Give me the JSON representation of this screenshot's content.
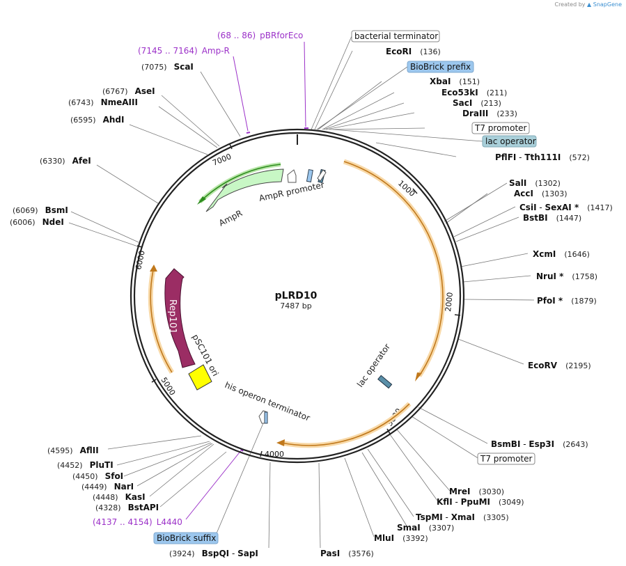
{
  "credit": {
    "prefix": "Created by",
    "brand": "SnapGene"
  },
  "plasmid": {
    "name": "pLRD10",
    "length_label": "7487 bp"
  },
  "ticks": [
    "1000",
    "2000",
    "3000",
    "4000",
    "5000",
    "6000",
    "7000"
  ],
  "features": [
    {
      "id": "amp-r",
      "label": "AmpR",
      "color": "#c8f7c5"
    },
    {
      "id": "amp-r-promoter",
      "label": "AmpR promoter",
      "color": "#ffffff"
    },
    {
      "id": "rep101",
      "label": "Rep101",
      "color": "#9b2d64"
    },
    {
      "id": "psc101-ori",
      "label": "pSC101 ori",
      "color": "#ffff00"
    },
    {
      "id": "his-operon-terminator",
      "label": "his operon terminator",
      "color": "#ffffff"
    },
    {
      "id": "lac-operator-inner",
      "label": "lac operator",
      "color": "#5a8fa8"
    }
  ],
  "boxed_labels": {
    "bacterial_terminator": "bacterial terminator",
    "biobrick_prefix": "BioBrick prefix",
    "t7_promoter_top": "T7 promoter",
    "lac_operator_top": "lac operator",
    "t7_promoter_bottom": "T7 promoter",
    "biobrick_suffix": "BioBrick suffix"
  },
  "primers": {
    "pbrforeco": {
      "range": "(68 .. 86)",
      "name": "pBRforEco"
    },
    "amp_r": {
      "range": "(7145 .. 7164)",
      "name": "Amp-R"
    },
    "l4440": {
      "range": "(4137 .. 4154)",
      "name": "L4440"
    }
  },
  "sites_right": [
    {
      "name": "EcoRI",
      "pos": "(136)"
    },
    {
      "name": "XbaI",
      "pos": "(151)"
    },
    {
      "name": "Eco53kI",
      "pos": "(211)"
    },
    {
      "name": "SacI",
      "pos": "(213)"
    },
    {
      "name": "DraIII",
      "pos": "(233)"
    },
    {
      "name": "PflFI",
      "sep": " - ",
      "name2": "Tth111I",
      "pos": "(572)"
    },
    {
      "name": "SalI",
      "pos": "(1302)"
    },
    {
      "name": "AccI",
      "pos": "(1303)"
    },
    {
      "name": "CsiI",
      "sep": " - ",
      "name2": "SexAI *",
      "pos": "(1417)"
    },
    {
      "name": "BstBI",
      "pos": "(1447)"
    },
    {
      "name": "XcmI",
      "pos": "(1646)"
    },
    {
      "name": "NruI *",
      "pos": "(1758)"
    },
    {
      "name": "PfoI *",
      "pos": "(1879)"
    },
    {
      "name": "EcoRV",
      "pos": "(2195)"
    },
    {
      "name": "BsmBI",
      "sep": " - ",
      "name2": "Esp3I",
      "pos": "(2643)"
    },
    {
      "name": "MreI",
      "pos": "(3030)"
    },
    {
      "name": "KflI",
      "sep": " - ",
      "name2": "PpuMI",
      "pos": "(3049)"
    },
    {
      "name": "TspMI",
      "sep": " - ",
      "name2": "XmaI",
      "pos": "(3305)"
    },
    {
      "name": "SmaI",
      "pos": "(3307)"
    },
    {
      "name": "MluI",
      "pos": "(3392)"
    },
    {
      "name": "PasI",
      "pos": "(3576)"
    }
  ],
  "sites_left": [
    {
      "pos": "(7075)",
      "name": "ScaI"
    },
    {
      "pos": "(6767)",
      "name": "AseI"
    },
    {
      "pos": "(6743)",
      "name": "NmeAIII"
    },
    {
      "pos": "(6595)",
      "name": "AhdI"
    },
    {
      "pos": "(6330)",
      "name": "AfeI"
    },
    {
      "pos": "(6069)",
      "name": "BsmI"
    },
    {
      "pos": "(6006)",
      "name": "NdeI"
    },
    {
      "pos": "(4595)",
      "name": "AflII"
    },
    {
      "pos": "(4452)",
      "name": "PluTI"
    },
    {
      "pos": "(4450)",
      "name": "SfoI"
    },
    {
      "pos": "(4449)",
      "name": "NarI"
    },
    {
      "pos": "(4448)",
      "name": "KasI"
    },
    {
      "pos": "(4328)",
      "name": "BstAPI"
    },
    {
      "pos": "(3924)",
      "name": "BspQI",
      "sep": " - ",
      "name2": "SapI"
    }
  ]
}
